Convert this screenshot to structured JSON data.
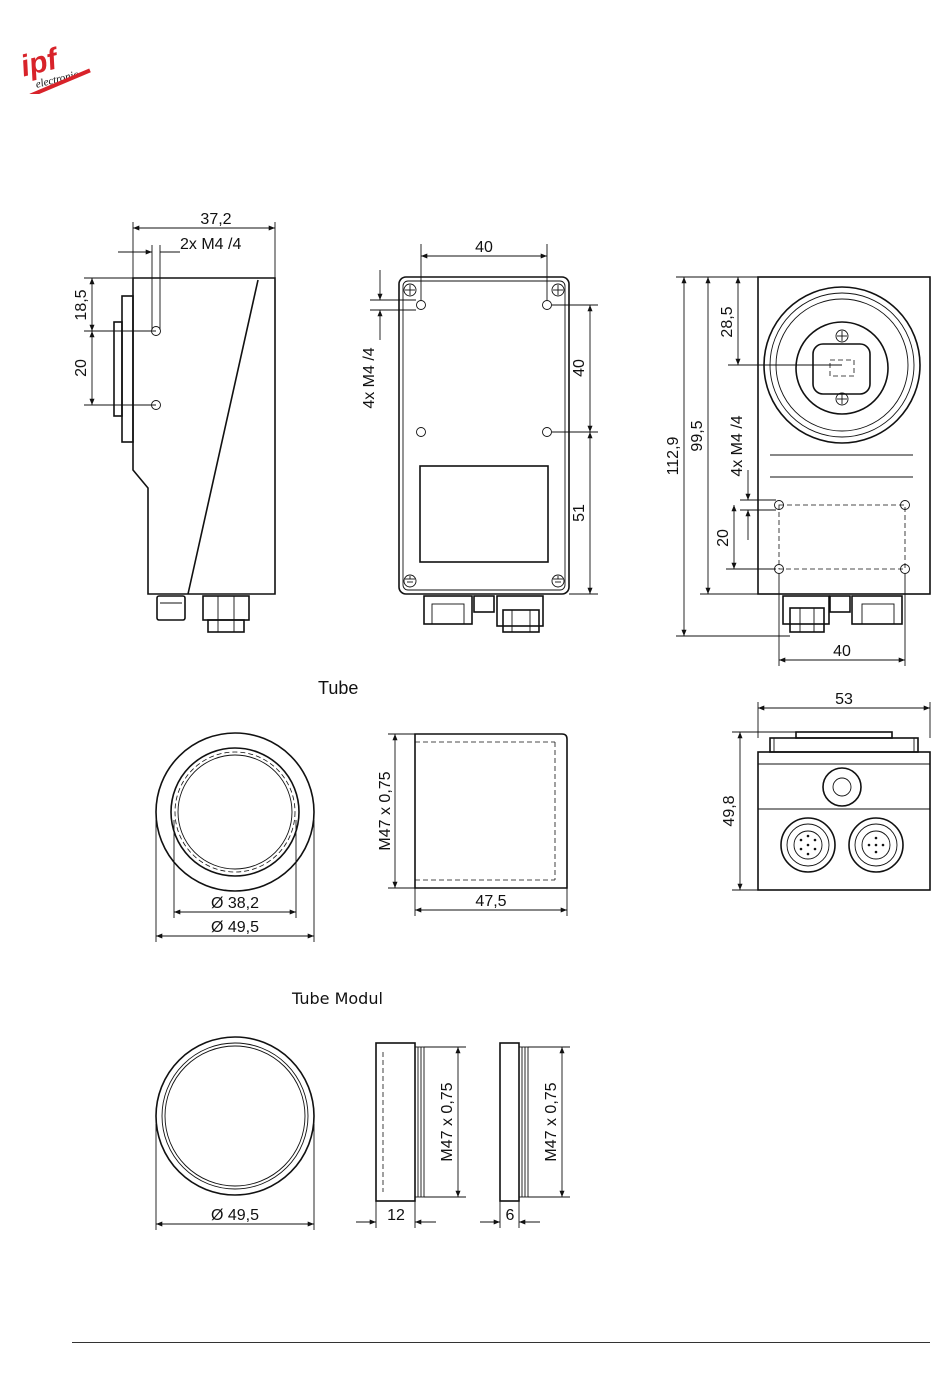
{
  "logo": {
    "mark": "ipf",
    "tagline": "electronic",
    "color": "#d8232a"
  },
  "sections": {
    "tube_title": "Tube",
    "tube_modul_title": "Tube Modul"
  },
  "dimensions": {
    "side_width": "37,2",
    "side_thread": "2x M4 /4",
    "side_offset": "18,5",
    "side_spacing": "20",
    "back_width": "40",
    "back_thread": "4x M4 /4",
    "back_upper": "40",
    "back_lower": "51",
    "front_height": "112,9",
    "front_inner": "99,5",
    "front_top": "28,5",
    "front_thread": "4x M4 /4",
    "front_spacing": "20",
    "front_width": "40",
    "bottom_width": "53",
    "bottom_height": "49,8",
    "tube_inner_dia": "Ø 38,2",
    "tube_outer_dia": "Ø 49,5",
    "tube_thread": "M47 x 0,75",
    "tube_length": "47,5",
    "modul_dia": "Ø 49,5",
    "modul_thread_a": "M47 x 0,75",
    "modul_len_a": "12",
    "modul_thread_b": "M47 x 0,75",
    "modul_len_b": "6"
  }
}
